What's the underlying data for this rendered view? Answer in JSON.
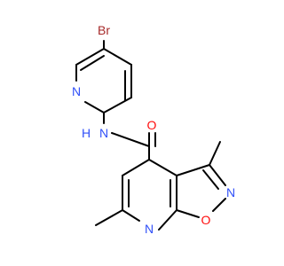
{
  "molecule": {
    "atoms": {
      "br": "Br",
      "n_pyridine": "N",
      "nh_amide": "N",
      "h_amide": "H",
      "o_carbonyl": "O",
      "n_isoxazole": "N",
      "o_isoxazole": "O",
      "n_fused_pyridine": "N"
    },
    "colors": {
      "bromine": "#a62929",
      "nitrogen": "#3050f8",
      "oxygen": "#ff0d0d",
      "carbon_bond": "#000000"
    }
  }
}
